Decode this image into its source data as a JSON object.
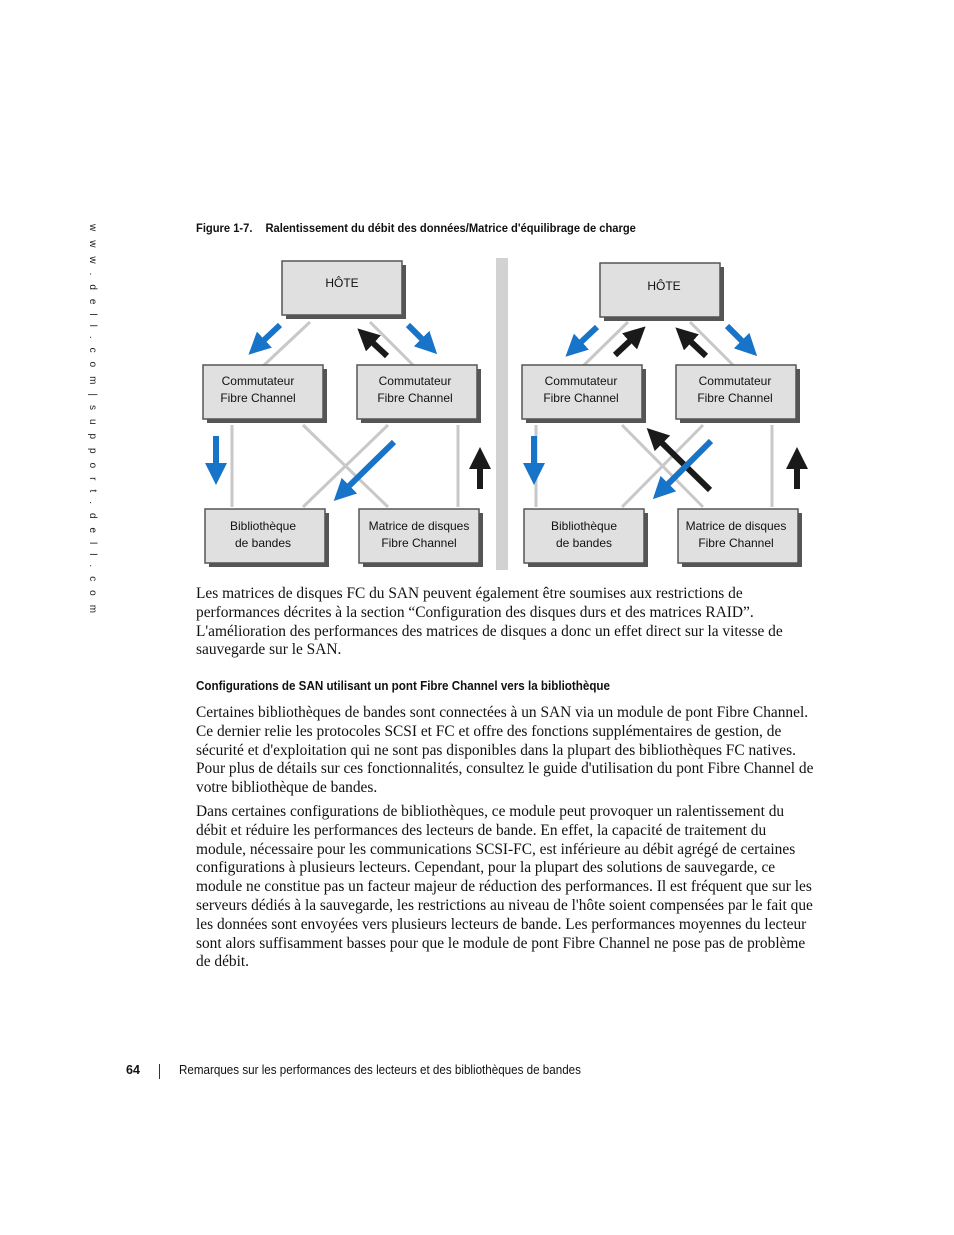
{
  "side_url": "w w w . d e l l . c o m  |  s u p p o r t . d e l l . c o m",
  "figure": {
    "number": "Figure 1-7.",
    "title": "Ralentissement du débit des données/Matrice d'équilibrage de charge",
    "left": {
      "host": "HÔTE",
      "switch1": [
        "Commutateur",
        "Fibre Channel"
      ],
      "switch2": [
        "Commutateur",
        "Fibre Channel"
      ],
      "library": [
        "Bibliothèque",
        "de bandes"
      ],
      "array": [
        "Matrice de disques",
        "Fibre Channel"
      ]
    },
    "right": {
      "host": "HÔTE",
      "switch1": [
        "Commutateur",
        "Fibre Channel"
      ],
      "switch2": [
        "Commutateur",
        "Fibre Channel"
      ],
      "library": [
        "Bibliothèque",
        "de bandes"
      ],
      "array": [
        "Matrice de disques",
        "Fibre Channel"
      ]
    },
    "colors": {
      "blue_arrow": "#1874c8",
      "black_arrow": "#1a1a1a",
      "box_shadow": "#555555",
      "link_line": "#c8c8c8",
      "divider": "#d2d2d2"
    }
  },
  "paragraph1": "Les matrices de disques FC du SAN peuvent également être soumises aux restrictions de performances décrites à la section “Configuration des disques durs et des matrices RAID”. L'amélioration des performances des matrices de disques a donc un effet direct sur la vitesse de sauvegarde sur le SAN.",
  "section_heading": "Configurations de SAN utilisant un pont Fibre Channel vers la bibliothèque",
  "paragraph2": "Certaines bibliothèques de bandes sont connectées à un SAN via un module de pont Fibre Channel. Ce dernier relie les protocoles SCSI et FC et offre des fonctions supplémentaires de gestion, de sécurité et d'exploitation qui ne sont pas disponibles dans la plupart des bibliothèques FC natives. Pour plus de détails sur ces fonctionnalités, consultez le guide d'utilisation du pont Fibre Channel de votre bibliothèque de bandes.",
  "paragraph3": "Dans certaines configurations de bibliothèques, ce module peut provoquer un ralentissement du débit et réduire les performances des lecteurs de bande. En effet, la capacité de traitement du module, nécessaire pour les communications SCSI-FC, est inférieure au débit agrégé de certaines configurations à plusieurs lecteurs. Cependant, pour la plupart des solutions de sauvegarde, ce module ne constitue pas un facteur majeur de réduction des performances. Il est fréquent que sur les serveurs dédiés à la sauvegarde, les restrictions au niveau de l'hôte soient compensées par le fait que les données sont envoyées vers plusieurs lecteurs de bande. Les performances moyennes du lecteur sont alors suffisamment basses pour que le module de pont Fibre Channel ne pose pas de problème de débit.",
  "footer": {
    "page_number": "64",
    "title": "Remarques sur les performances des lecteurs et des bibliothèques de bandes"
  }
}
